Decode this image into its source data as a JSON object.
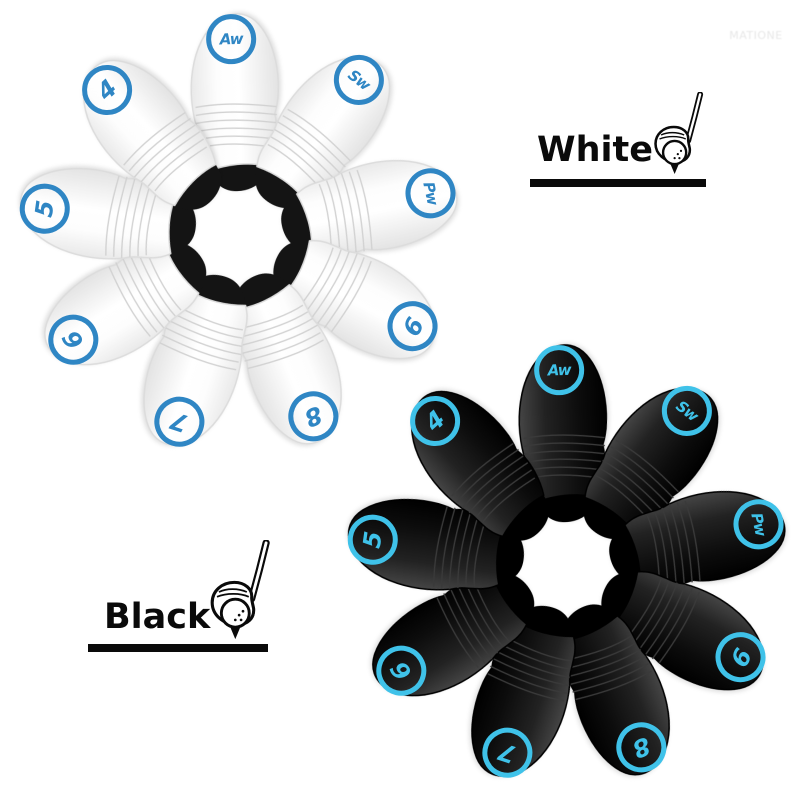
{
  "watermark": "MATIONE",
  "sets": [
    {
      "name": "white",
      "caption": "White",
      "clubs": [
        "Aw",
        "Sw",
        "Pw",
        "9",
        "8",
        "7",
        "6",
        "5",
        "4"
      ],
      "colors": {
        "accent": "#2f86c4",
        "body_stroke": "#dcdcdc",
        "wrinkle": "#d2d2d2",
        "lining": "#141414"
      }
    },
    {
      "name": "black",
      "caption": "Black",
      "clubs": [
        "Aw",
        "Sw",
        "Pw",
        "9",
        "8",
        "7",
        "6",
        "5",
        "4"
      ],
      "colors": {
        "accent": "#3fc2e9",
        "body_stroke": "#000000",
        "wrinkle": "#3a3a3a",
        "lining": "#000000"
      }
    }
  ]
}
